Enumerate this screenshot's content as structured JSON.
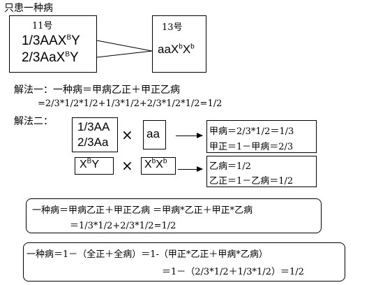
{
  "heading": "只患一种病",
  "individual_11": {
    "label": "11号",
    "line1_main": "1/3AAX",
    "line1_sup": "B",
    "line1_end": "Y",
    "line2_main": "2/3AaX",
    "line2_sup": "B",
    "line2_end": "Y"
  },
  "individual_13": {
    "label": "13号",
    "g_main": "aaX",
    "g_sup1": "b",
    "g_mid": "X",
    "g_sup2": "b"
  },
  "method1": {
    "title": "解法一：一种病＝甲病乙正＋甲正乙病",
    "calc": "=2/3*1/2*1/2+1/3*1/2+2/3*1/2*1/2=1/2"
  },
  "method2": {
    "title": "解法二：",
    "row1": {
      "left_line1": "1/3AA",
      "left_line2": "2/3Aa",
      "times": "×",
      "right": "aa",
      "result_line1": "甲病＝2/3*1/2＝1/3",
      "result_line2": "甲正＝1－甲病＝2/3"
    },
    "row2": {
      "left_main": "X",
      "left_sup": "B",
      "left_end": "Y",
      "times": "×",
      "right_main": "X",
      "right_sup1": "b",
      "right_mid": "X",
      "right_sup2": "b",
      "result_line1": "乙病＝1/2",
      "result_line2": "乙正＝1－乙病＝1/2"
    }
  },
  "box_a": {
    "line1": "一种病＝甲病乙正＋甲正乙病 ＝甲病*乙正＋甲正*乙病",
    "line2": "＝1/3*1/2+2/3*1/2=1/2"
  },
  "box_b": {
    "line1": "一种病＝1－（全正＋全病）＝1-（甲正*乙正＋甲病*乙病）",
    "line2": "＝1－（2/3*1/2＋1/3*1/2）＝1/2"
  }
}
